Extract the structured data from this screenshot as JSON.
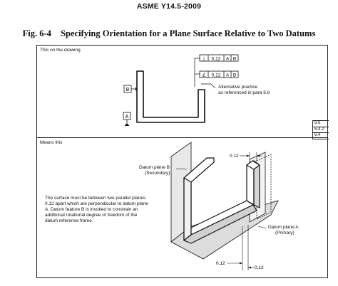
{
  "header": {
    "standard": "ASME Y14.5-2009"
  },
  "figure": {
    "number": "Fig. 6-4",
    "caption": "Specifying Orientation for a Plane Surface Relative to Two Datums"
  },
  "upper_panel": {
    "heading": "This on the drawing",
    "fcf_primary": {
      "symbol": "⊥",
      "tolerance": "0,12",
      "datum1": "A",
      "datum2": "B"
    },
    "fcf_alternative": {
      "symbol": "∠",
      "tolerance": "0,12",
      "datum1": "A",
      "datum2": "B"
    },
    "note_line1": "Alternative practice",
    "note_line2": "as referenced in para 6.6",
    "datum_b": "B",
    "datum_a": "A",
    "refs": [
      "6.6",
      "6.4.2",
      "6.4"
    ]
  },
  "lower_panel": {
    "heading": "Means this",
    "dim_top": "0.12",
    "datum_plane_b_line1": "Datum plane B",
    "datum_plane_b_line2": "(Secondary)",
    "datum_plane_a_line1": "Datum plane A",
    "datum_plane_a_line2": "(Primary)",
    "description": "The surface must be between two parallel planes 0,12 apart which are perpendicular to datum plane A. Datum feature B is invoked to constrain an additional rotational degree of freedom of the datum reference frame.",
    "dim_bottom_left": "0.12",
    "dim_bottom_right": "0,12"
  }
}
